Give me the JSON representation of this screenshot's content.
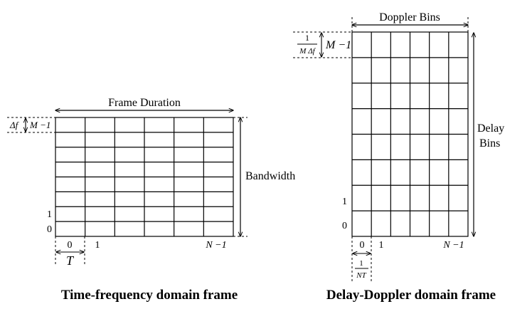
{
  "tf": {
    "frame_label": "Frame Duration",
    "bandwidth_label": "Bandwidth",
    "df_label": "Δf",
    "row_top_label": "M −1",
    "row_labels": [
      "1",
      "0"
    ],
    "col_labels": [
      "0",
      "1"
    ],
    "col_last_label": "N −1",
    "period_label": "T",
    "caption": "Time-frequency domain frame"
  },
  "dd": {
    "doppler_label": "Doppler Bins",
    "delay_label_1": "Delay",
    "delay_label_2": "Bins",
    "frac_top": "1",
    "frac_bottom": "M Δf",
    "row_top_label": "M −1",
    "row_labels": [
      "1",
      "0"
    ],
    "col_labels": [
      "0",
      "1"
    ],
    "col_last_label": "N −1",
    "nt_top": "1",
    "nt_bottom": "NT",
    "caption": "Delay-Doppler domain frame"
  }
}
